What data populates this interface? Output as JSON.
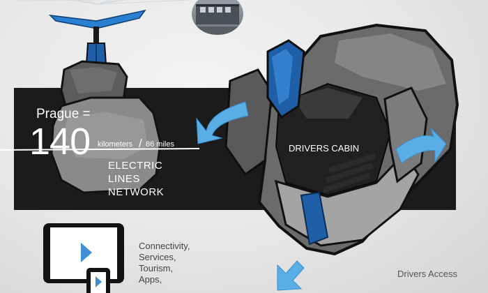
{
  "colors": {
    "band": "#1b1b1b",
    "accent_blue": "#5aaee6",
    "deep_blue": "#1f5fa8",
    "text_light": "#ffffff",
    "text_dark": "#444444"
  },
  "stats": {
    "city_label": "Prague =",
    "value": "140",
    "unit_primary": "kilometers",
    "separator": "/",
    "unit_secondary": "86 miles",
    "description_lines": [
      "ELECTRIC",
      "LINES",
      "NETWORK"
    ]
  },
  "cabin_label": "DRIVERS CABIN",
  "access_label": "Drivers Access",
  "connectivity_lines": [
    "Connectivity,",
    "Services,",
    "Tourism,",
    "Apps,"
  ],
  "icons": {
    "tram_photo": "tram-photo-icon",
    "pantograph": "pantograph-icon",
    "tablet": "tablet-icon",
    "phone": "phone-icon",
    "play": "play-icon",
    "arrows": [
      "curved-arrow-left-icon",
      "curved-arrow-right-icon",
      "down-arrow-icon"
    ]
  }
}
